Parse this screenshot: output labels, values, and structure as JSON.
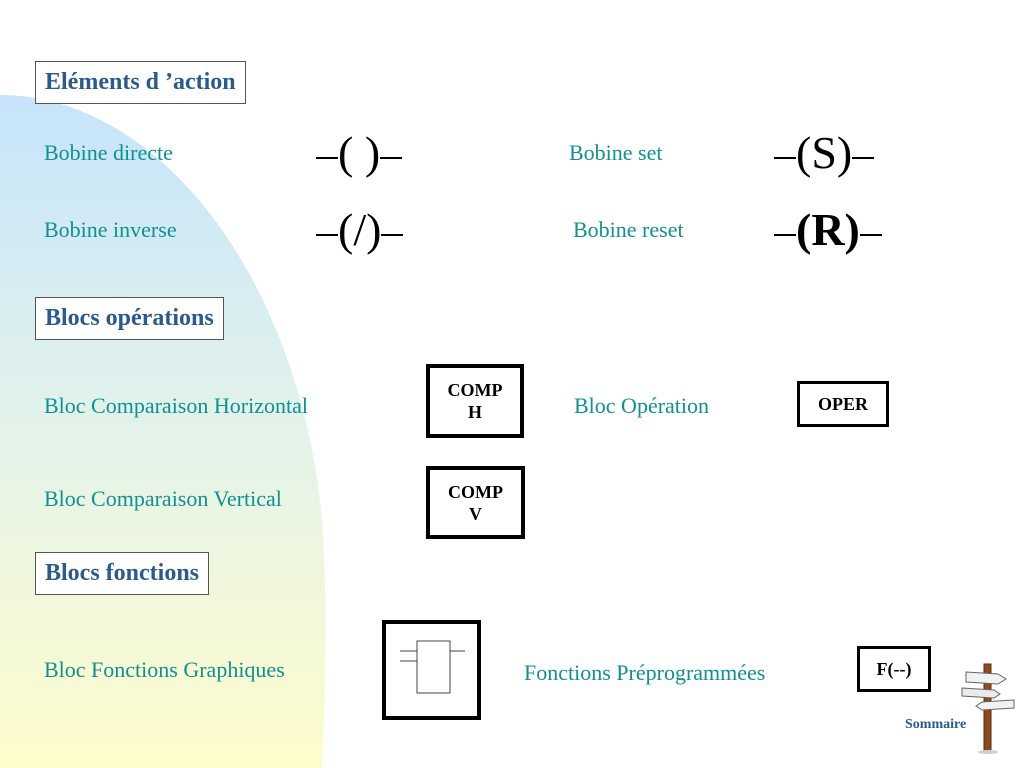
{
  "sections": {
    "actions": "Eléments d ’action",
    "operations": "Blocs opérations",
    "functions": "Blocs fonctions"
  },
  "coils": {
    "direct": {
      "label": "Bobine directe",
      "symbol": "( )"
    },
    "inverse": {
      "label": "Bobine inverse",
      "symbol": "(/)"
    },
    "set": {
      "label": "Bobine set",
      "symbol": "(S)"
    },
    "reset": {
      "label": "Bobine reset",
      "symbol": "(R)"
    }
  },
  "operation_blocks": {
    "comp_h": {
      "label": "Bloc Comparaison Horizontal",
      "line1": "COMP",
      "line2": "H"
    },
    "comp_v": {
      "label": "Bloc Comparaison Vertical",
      "line1": "COMP",
      "line2": "V"
    },
    "oper": {
      "label": "Bloc Opération",
      "text": "OPER"
    }
  },
  "function_blocks": {
    "graphic": {
      "label": "Bloc Fonctions Graphiques"
    },
    "preprog": {
      "label": "Fonctions Préprogrammées",
      "text": "F(--)"
    }
  },
  "nav": {
    "summary_label": "Sommaire"
  },
  "colors": {
    "heading": "#2a5b8c",
    "label": "#109090",
    "bg_gradient_top": "#c8e6fb",
    "bg_gradient_bottom": "#fffcd0"
  }
}
